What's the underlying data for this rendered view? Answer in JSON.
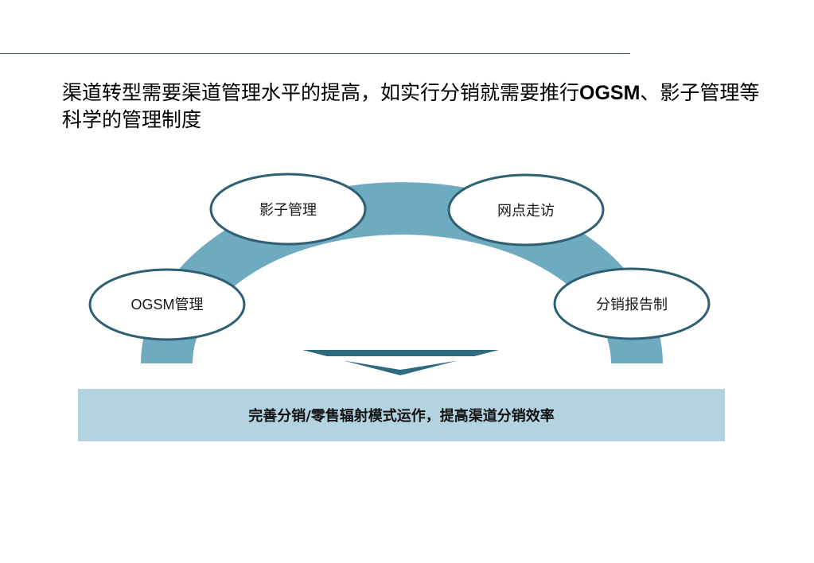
{
  "title": {
    "part1": "渠道转型需要渠道管理水平的提高，如实行分销就需要推行",
    "part2": "OGSM",
    "part3": "、影子管理等科学的管理制度"
  },
  "nodes": [
    {
      "label_a": "OGSM",
      "label_b": "管理"
    },
    {
      "label": "影子管理"
    },
    {
      "label": "网点走访"
    },
    {
      "label": "分销报告制"
    }
  ],
  "bottom_bar": {
    "text": "完善分销/零售辐射模式运作，提高渠道分销效率"
  },
  "colors": {
    "arch": "#6eaac0",
    "ellipse_stroke": "#2e5f73",
    "chevron": "#2e6a80",
    "bar": "#b4d3e0",
    "rule": "#2f4f5f"
  }
}
